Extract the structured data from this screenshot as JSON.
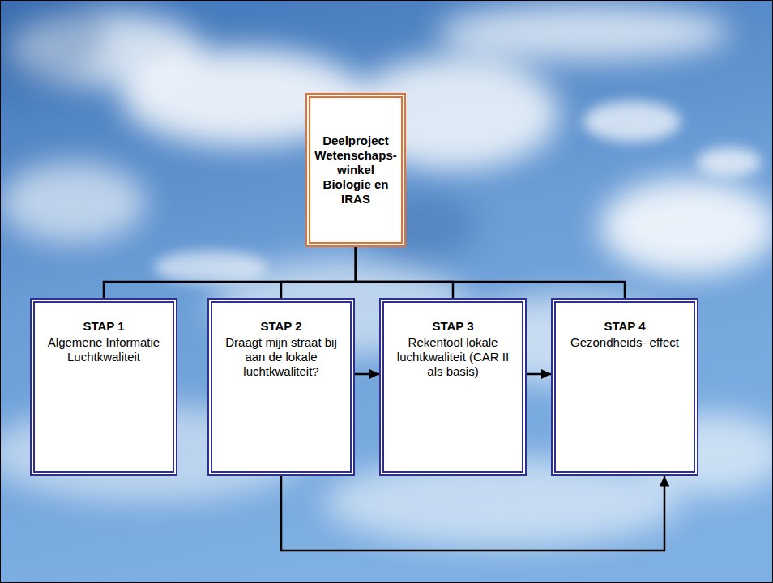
{
  "diagram": {
    "nodes": [
      {
        "text": [
          "Deelproject Wetenschaps- winkel Biologie en IRAS"
        ]
      },
      {
        "text": [
          "STAP 1",
          "Algemene Informatie Luchtkwaliteit"
        ]
      },
      {
        "text": [
          "STAP 2",
          "Draagt mijn straat bij aan de lokale luchtkwaliteit?"
        ]
      },
      {
        "text": [
          "STAP 3",
          "Rekentool lokale luchtkwaliteit (CAR II als basis)"
        ]
      },
      {
        "text": [
          "STAP 4",
          "Gezondheids- effect"
        ]
      }
    ],
    "edges": [
      {
        "from": 0,
        "to": 1,
        "arrow": "none"
      },
      {
        "from": 0,
        "to": 2,
        "arrow": "none"
      },
      {
        "from": 0,
        "to": 3,
        "arrow": "none"
      },
      {
        "from": 0,
        "to": 4,
        "arrow": "none"
      },
      {
        "from": 2,
        "to": 3,
        "arrow": "to"
      },
      {
        "from": 3,
        "to": 4,
        "arrow": "to"
      },
      {
        "from": 2,
        "to": 4,
        "arrow": "to"
      }
    ]
  }
}
